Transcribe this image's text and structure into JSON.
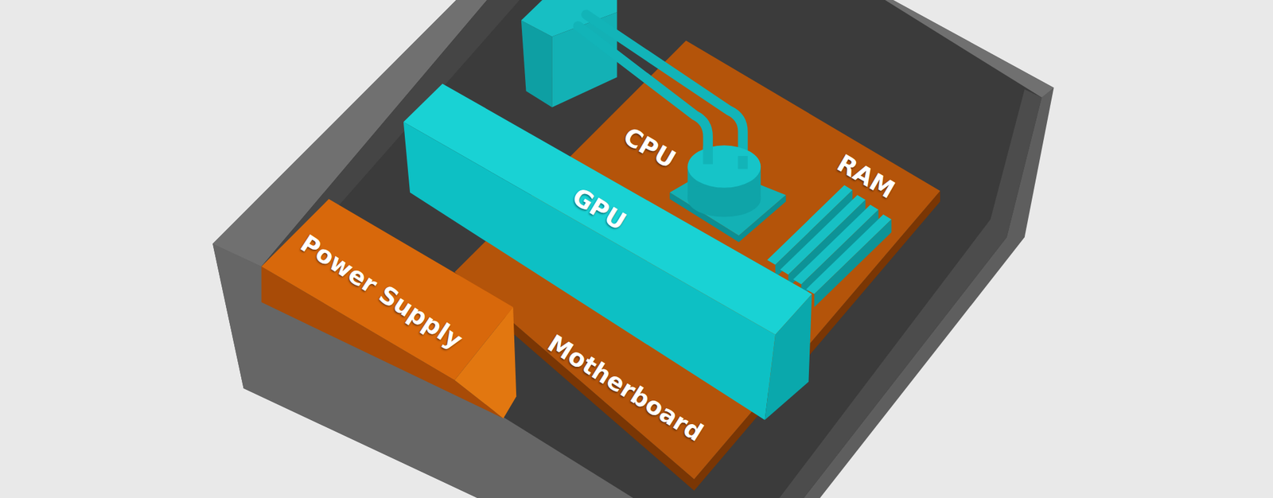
{
  "diagram": {
    "labels": [
      "CPU",
      "RAM",
      "GPU",
      "Power Supply",
      "Motherboard"
    ]
  }
}
